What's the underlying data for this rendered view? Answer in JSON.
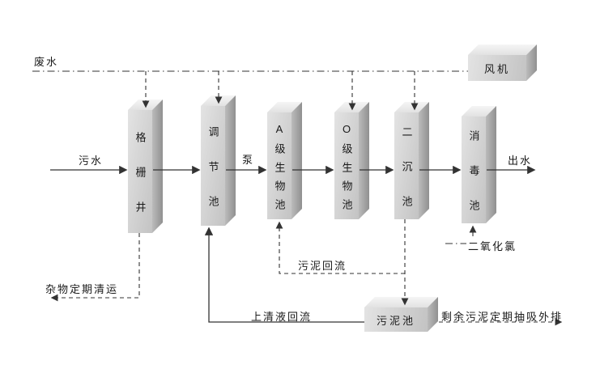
{
  "nodes": {
    "screen_well": "格栅井",
    "regulating_tank": "调节池",
    "grade_a_bio_tank": "A级生物池",
    "grade_o_bio_tank": "O级生物池",
    "secondary_sedimentation_tank": "二沉池",
    "disinfection_tank": "消毒池",
    "fan": "风机",
    "sludge_tank": "污泥池"
  },
  "labels": {
    "wastewater": "废水",
    "sewage": "污水",
    "pump": "泵",
    "effluent": "出水",
    "chlorine_dioxide": "二氧化氯",
    "debris_periodic_removal": "杂物定期清运",
    "sludge_return": "污泥回流",
    "supernatant_return": "上清液回流",
    "excess_sludge_discharge": "剩余污泥定期抽吸外排"
  },
  "colors": {
    "line_color": "#333333",
    "box_front": "#d2d2d2",
    "box_top": "#ebebeb",
    "box_side": "#a8a8a8",
    "text_color": "#1a1a1a",
    "bg_color": "#ffffff"
  }
}
